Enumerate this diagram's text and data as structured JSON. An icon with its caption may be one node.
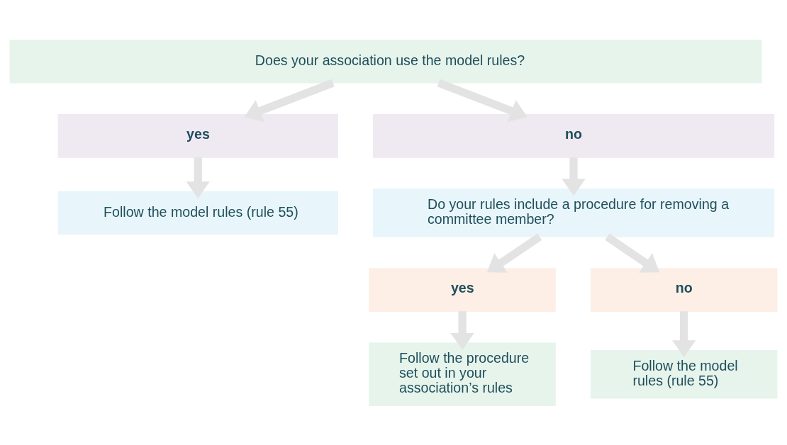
{
  "diagram": {
    "nodes": [
      {
        "text": [
          "Does your association use the model rules?"
        ]
      },
      {
        "text": [
          "yes"
        ]
      },
      {
        "text": [
          "no"
        ]
      },
      {
        "text": [
          "Follow the model rules (rule 55)"
        ]
      },
      {
        "text": [
          "Do your rules include a procedure for removing a committee member?"
        ]
      },
      {
        "text": [
          "yes"
        ]
      },
      {
        "text": [
          "no"
        ]
      },
      {
        "text": [
          "Follow the procedure set out in your association’s rules"
        ]
      },
      {
        "text": [
          "Follow the model rules (rule 55)"
        ]
      }
    ],
    "edges": [
      {
        "from": 0,
        "to": 1,
        "arrow": "to"
      },
      {
        "from": 0,
        "to": 2,
        "arrow": "to"
      },
      {
        "from": 1,
        "to": 3,
        "arrow": "to"
      },
      {
        "from": 2,
        "to": 4,
        "arrow": "to"
      },
      {
        "from": 4,
        "to": 5,
        "arrow": "to"
      },
      {
        "from": 4,
        "to": 6,
        "arrow": "to"
      },
      {
        "from": 5,
        "to": 7,
        "arrow": "to"
      },
      {
        "from": 6,
        "to": 8,
        "arrow": "to"
      }
    ]
  }
}
